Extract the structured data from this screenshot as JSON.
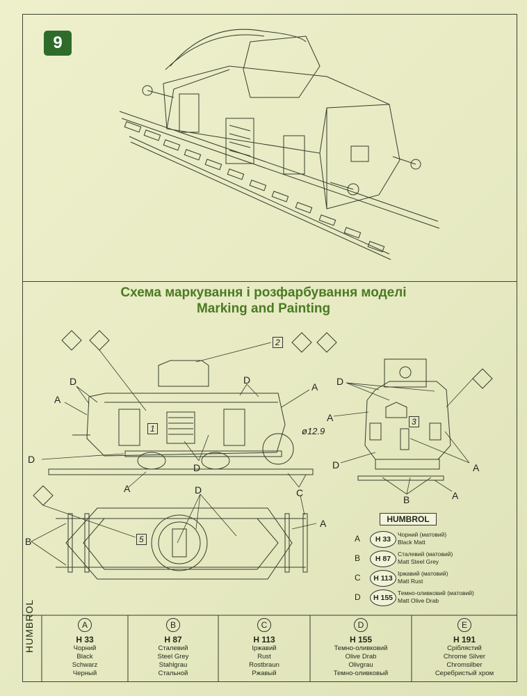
{
  "step": "9",
  "title_ua": "Схема маркування і розфарбування моделі",
  "title_en": "Marking and Painting",
  "callouts": {
    "a": "A",
    "b": "B",
    "c": "C",
    "d": "D",
    "decal_1": "1",
    "decal_2": "2",
    "decal_3": "3",
    "decal_5": "5",
    "diameter": "ø12.9"
  },
  "legend": {
    "title": "HUMBROL",
    "rows": [
      {
        "letter": "A",
        "code": "H 33",
        "ua": "Чорний (матовий)",
        "en": "Black Matt"
      },
      {
        "letter": "B",
        "code": "H 87",
        "ua": "Сталевий (матовий)",
        "en": "Matt Steel Grey"
      },
      {
        "letter": "C",
        "code": "H 113",
        "ua": "Іржавий (матовий)",
        "en": "Matt Rust"
      },
      {
        "letter": "D",
        "code": "H 155",
        "ua": "Темно-оливковий (матовий)",
        "en": "Matt Olive Drab"
      }
    ]
  },
  "table": {
    "brand": "HUMBROL",
    "columns": [
      {
        "letter": "A",
        "code": "H 33",
        "names": [
          "Чорний",
          "Black",
          "Schwarz",
          "Черный"
        ]
      },
      {
        "letter": "B",
        "code": "H 87",
        "names": [
          "Сталевий",
          "Steel Grey",
          "Stahlgrau",
          "Стальной"
        ]
      },
      {
        "letter": "C",
        "code": "H 113",
        "names": [
          "Іржавий",
          "Rust",
          "Rostbraun",
          "Ржавый"
        ]
      },
      {
        "letter": "D",
        "code": "H 155",
        "names": [
          "Темно-оливковий",
          "Olive Drab",
          "Olivgrau",
          "Темно-оливковый"
        ]
      },
      {
        "letter": "E",
        "code": "H 191",
        "names": [
          "Сріблястий",
          "Chrome Silver",
          "Chromsilber",
          "Серебристый хром"
        ]
      }
    ]
  }
}
